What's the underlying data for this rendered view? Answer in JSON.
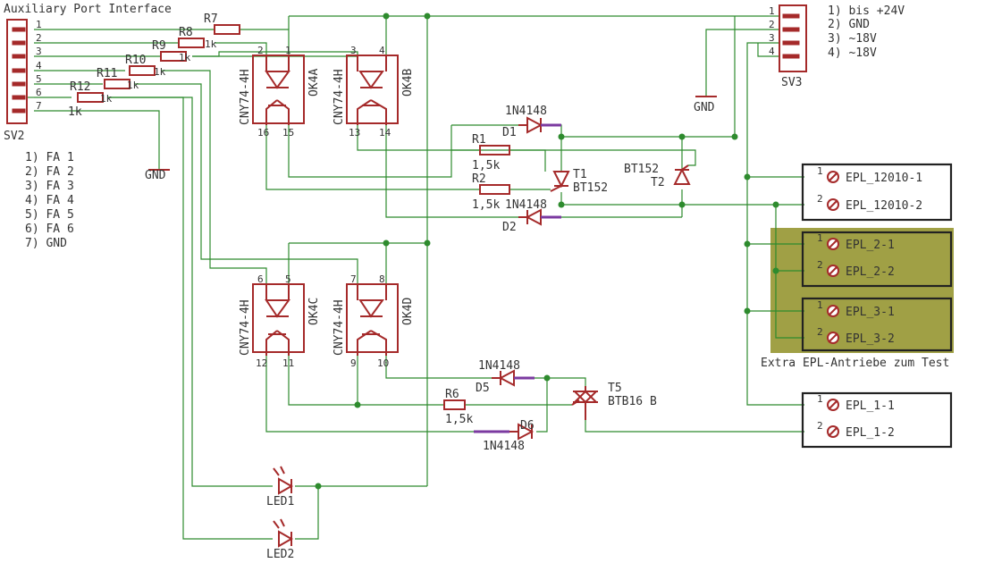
{
  "colors": {
    "wire": "#2e8b2e",
    "component": "#a52a2a",
    "highlight": "#a0a045",
    "text": "#333333"
  },
  "sv2": {
    "title": "Auxiliary Port Interface",
    "name": "SV2",
    "pins": [
      "1",
      "2",
      "3",
      "4",
      "5",
      "6",
      "7"
    ],
    "legend": [
      "1) FA 1",
      "2) FA 2",
      "3) FA 3",
      "4) FA 4",
      "5) FA 5",
      "6) FA 6",
      "7) GND"
    ]
  },
  "sv3": {
    "name": "SV3",
    "pins": [
      "1",
      "2",
      "3",
      "4"
    ],
    "legend": [
      "1) bis +24V",
      "2) GND",
      "3) ~18V",
      "4) ~18V"
    ]
  },
  "gnd": [
    "GND",
    "GND"
  ],
  "resistors": {
    "r7": "R7",
    "r8": "R8",
    "r9": "R9",
    "r10": "R10",
    "r11": "R11",
    "r12": "R12",
    "r1": "R1",
    "r2": "R2",
    "r6": "R6",
    "val_1k": "1k",
    "val_1k5": "1,5k"
  },
  "optos": {
    "a": {
      "type": "CNY74-4H",
      "name": "OK4A",
      "pins": [
        "2",
        "1",
        "16",
        "15"
      ]
    },
    "b": {
      "type": "CNY74-4H",
      "name": "OK4B",
      "pins": [
        "3",
        "4",
        "13",
        "14"
      ]
    },
    "c": {
      "type": "CNY74-4H",
      "name": "OK4C",
      "pins": [
        "6",
        "5",
        "12",
        "11"
      ]
    },
    "d": {
      "type": "CNY74-4H",
      "name": "OK4D",
      "pins": [
        "7",
        "8",
        "9",
        "10"
      ]
    }
  },
  "diodes": {
    "type": "1N4148",
    "d1": "D1",
    "d2": "D2",
    "d5": "D5",
    "d6": "D6"
  },
  "thyristors": {
    "t1": "T1",
    "t1_type": "BT152",
    "t2": "T2",
    "t2_type": "BT152"
  },
  "triac": {
    "name": "T5",
    "type": "BTB16 B"
  },
  "leds": {
    "led1": "LED1",
    "led2": "LED2"
  },
  "terminals": {
    "pin1": "1",
    "pin2": "2",
    "epl_12010_1": "EPL_12010-1",
    "epl_12010_2": "EPL_12010-2",
    "epl_2_1": "EPL_2-1",
    "epl_2_2": "EPL_2-2",
    "epl_3_1": "EPL_3-1",
    "epl_3_2": "EPL_3-2",
    "epl_1_1": "EPL_1-1",
    "epl_1_2": "EPL_1-2"
  },
  "extra_label": "Extra EPL-Antriebe zum Test"
}
